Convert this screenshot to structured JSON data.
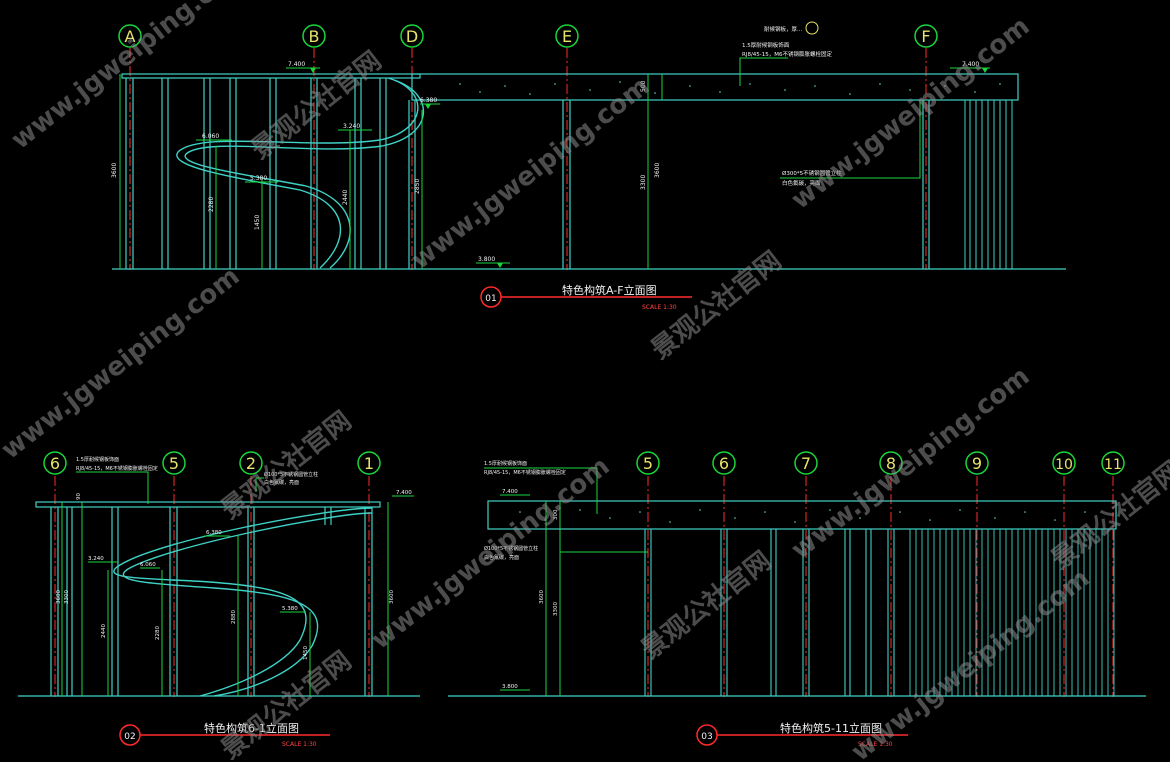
{
  "colors": {
    "background": "#000000",
    "structure": "#3fd1c6",
    "dimension": "#19d63b",
    "red_axis": "#ff2a2a",
    "text_white": "#f2f2f2",
    "text_yellow": "#e6e36a",
    "watermark": "#8b8b8b"
  },
  "drawings": {
    "d1": {
      "axes": [
        "A",
        "B",
        "D",
        "E",
        "F"
      ],
      "elev_top_left": "7.400",
      "elev_top_right": "7.400",
      "elev_6380": "6.380",
      "elev_6060": "6.060",
      "elev_3240": "3.240",
      "elev_5380": "5.380",
      "elev_ground": "3.800",
      "dims": [
        "3600",
        "2280",
        "1450",
        "2440",
        "2850",
        "500",
        "3300",
        "3600"
      ],
      "note_top_1": "耐候钢板，厚...",
      "note_top_2": "1.5厚耐候钢板饰面",
      "note_top_3": "RJ8/45-15，M6不锈钢膨胀螺栓固定",
      "note_col_1": "Ø300*5不锈钢圆管立柱",
      "note_col_2": "白色氟碳，亮面",
      "title_no": "01",
      "title": "特色构筑A-F立面图",
      "scale": "SCALE 1:30"
    },
    "d2": {
      "axes": [
        "6",
        "5",
        "2",
        "1"
      ],
      "elev_top": "7.400",
      "elev_6380": "6.380",
      "elev_3240": "3.240",
      "elev_6060": "6.060",
      "elev_5380": "5.380",
      "dims": [
        "3600",
        "3300",
        "2440",
        "2280",
        "2880",
        "1450",
        "3600",
        "90"
      ],
      "note_1": "1.5厚耐候钢板饰面",
      "note_2": "RJ8/45-15，M6不锈钢膨胀螺栓固定",
      "note_3": "Ø100*5不锈钢圆管立柱",
      "note_4": "白色氟碳，亮面",
      "title_no": "02",
      "title": "特色构筑6-1立面图",
      "scale": "SCALE 1:30"
    },
    "d3": {
      "axes": [
        "5",
        "6",
        "7",
        "8",
        "9",
        "10",
        "11"
      ],
      "elev_top": "7.400",
      "elev_ground": "3.800",
      "dims": [
        "300",
        "3600",
        "3300"
      ],
      "note_1": "1.5厚耐候钢板饰面",
      "note_2": "RJ8/45-15，M6不锈钢膨胀螺栓固定",
      "note_3": "Ø100*5不锈钢圆管立柱",
      "note_4": "白色氟碳，亮面",
      "title_no": "03",
      "title": "特色构筑5-11立面图",
      "scale": "SCALE 1:30"
    }
  },
  "watermark": {
    "site": "www.jgweiping.com",
    "name": "景观公社官网"
  }
}
